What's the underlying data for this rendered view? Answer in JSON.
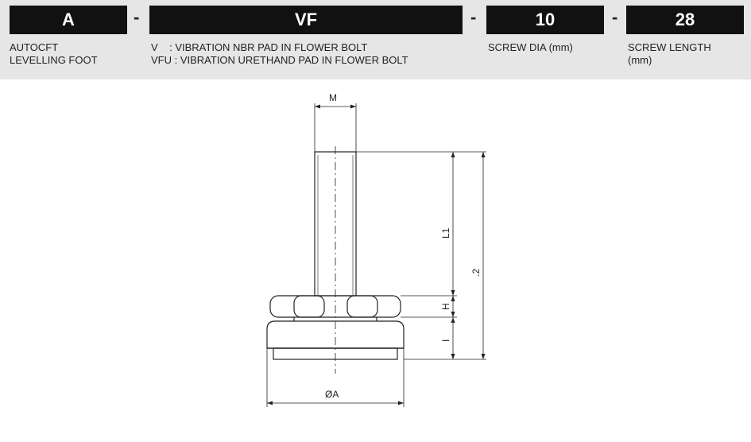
{
  "header": {
    "codes": [
      "A",
      "VF",
      "10",
      "28"
    ],
    "separator": "-",
    "descriptions": {
      "code_a": [
        "AUTOCFT",
        "LEVELLING FOOT"
      ],
      "code_vf": [
        "V    : VIBRATION NBR PAD IN FLOWER BOLT",
        "VFU : VIBRATION URETHAND PAD IN FLOWER BOLT"
      ],
      "code_10": [
        "SCREW DIA (mm)"
      ],
      "code_28": [
        "SCREW LENGTH",
        "(mm)"
      ]
    }
  },
  "drawing": {
    "labels": {
      "m": "M",
      "l1": "L1",
      "l": ".2",
      "h": "H",
      "i": "I",
      "diameter_a": "ØA"
    }
  }
}
